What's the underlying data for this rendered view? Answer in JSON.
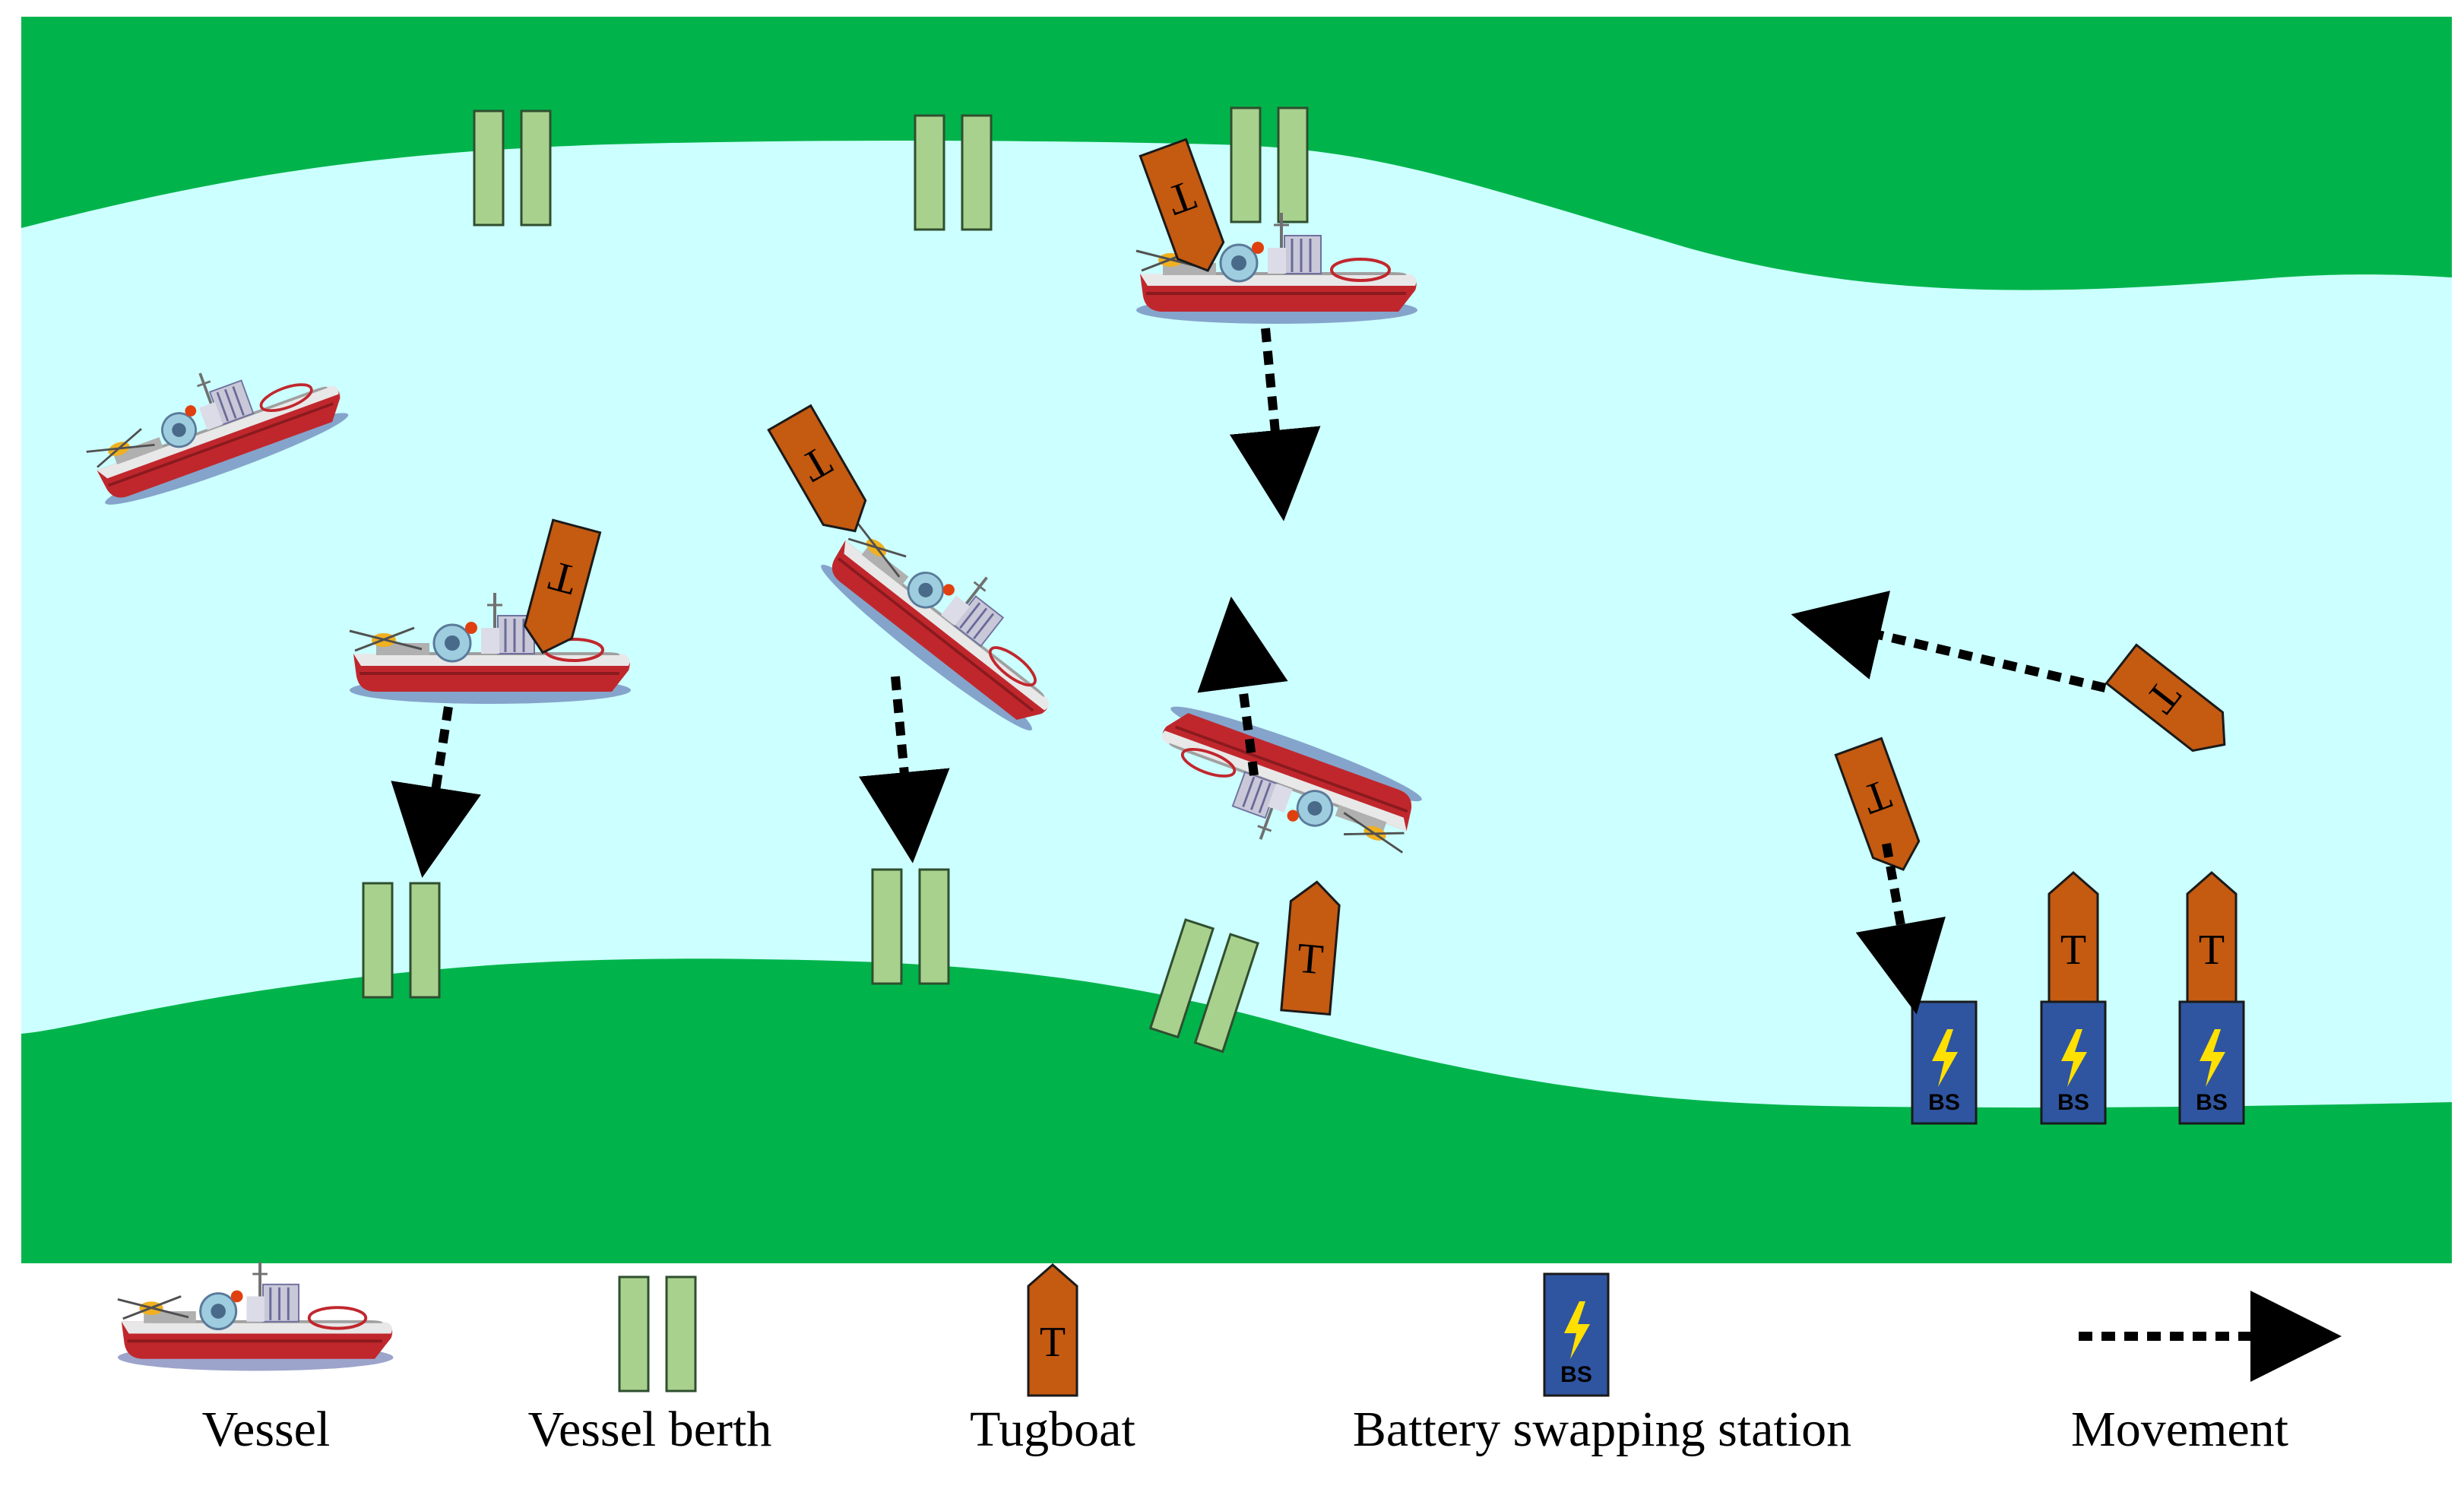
{
  "colors": {
    "land": "#00b44b",
    "water": "#ccffff",
    "berth_fill": "#a9d18e",
    "berth_stroke": "#2f4f2f",
    "tug_fill": "#c55a11",
    "bs_fill": "#2f55a0",
    "bolt": "#ffe000",
    "hull_red": "#c0272d",
    "arrow": "#000000"
  },
  "map_letters": {
    "tugboat": "T",
    "battery_station": "BS"
  },
  "legend": {
    "vessel": "Vessel",
    "berth": "Vessel berth",
    "tugboat": "Tugboat",
    "battery_station": "Battery swapping station",
    "movement": "Movement",
    "tug_letter": "T",
    "bs_letter": "BS"
  },
  "icons": [
    "vessel-icon",
    "berth-icon",
    "tugboat-icon",
    "battery-station-icon",
    "lightning-bolt-icon",
    "movement-arrow-icon"
  ]
}
